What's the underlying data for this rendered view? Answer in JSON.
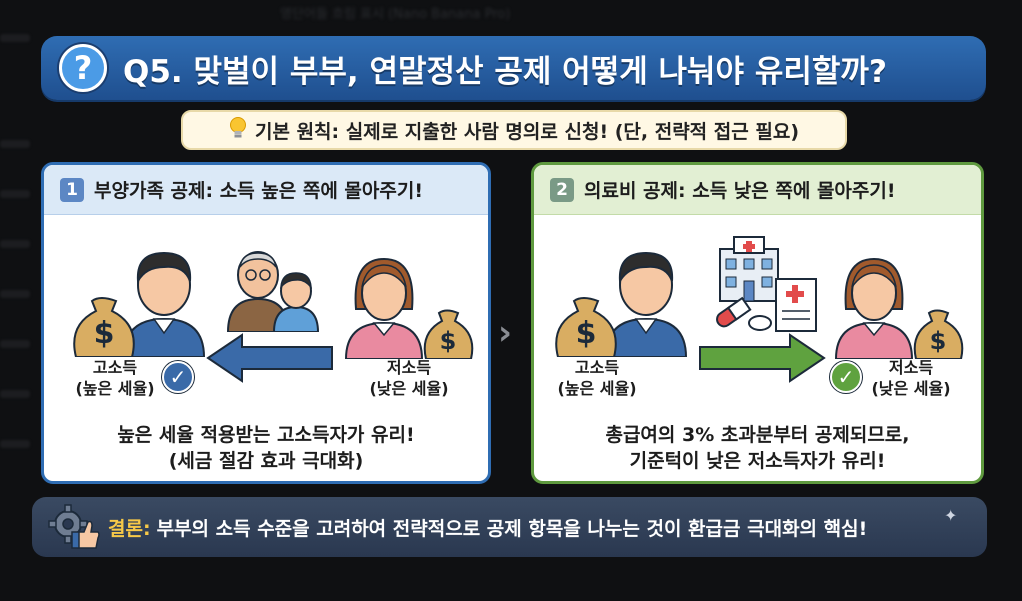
{
  "background": {
    "top_text": "영단어들 흐림 표시 (Nano Banana Pro)"
  },
  "title": {
    "icon": "question-icon",
    "icon_glyph": "?",
    "text": "Q5. 맞벌이 부부, 연말정산 공제 어떻게 나눠야 유리할까?"
  },
  "principle": {
    "icon": "lightbulb-icon",
    "text": "기본 원칙: 실제로 지출한 사람 명의로 신청! (단, 전략적 접근 필요)"
  },
  "panel_left": {
    "number": "1",
    "title": "부양가족 공제: 소득 높은 쪽에 몰아주기!",
    "high_earner_label_1": "고소득",
    "high_earner_label_2": "(높은 세율)",
    "low_earner_label_1": "저소득",
    "low_earner_label_2": "(낮은 세율)",
    "caption_1": "높은 세율 적용받는 고소득자가 유리!",
    "caption_2": "(세금 절감 효과 극대화)",
    "accent": "#2f6db3",
    "arrow_color": "#3a6aa8"
  },
  "panel_right": {
    "number": "2",
    "title": "의료비 공제: 소득 낮은 쪽에 몰아주기!",
    "high_earner_label_1": "고소득",
    "high_earner_label_2": "(높은 세율)",
    "low_earner_label_1": "저소득",
    "low_earner_label_2": "(낮은 세율)",
    "caption_1": "총급여의 3% 초과분부터 공제되므로,",
    "caption_2": "기준턱이 낮은 저소득자가 유리!",
    "accent": "#5f9a3f",
    "arrow_color": "#5fa23f"
  },
  "conclusion": {
    "icon": "gear-thumbs-up-icon",
    "label": "결론:",
    "text": "부부의 소득 수준을 고려하여 전략적으로 공제 항목을 나누는 것이 환급금 극대화의 핵심!"
  }
}
